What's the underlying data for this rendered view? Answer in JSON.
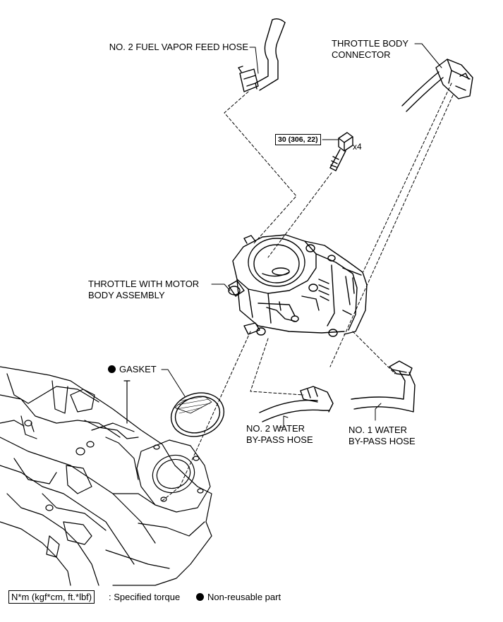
{
  "labels": {
    "fuel_vapor_hose": "NO. 2 FUEL VAPOR FEED HOSE",
    "throttle_connector_1": "THROTTLE BODY",
    "throttle_connector_2": "CONNECTOR",
    "throttle_assembly_1": "THROTTLE WITH MOTOR",
    "throttle_assembly_2": "BODY ASSEMBLY",
    "gasket": "GASKET",
    "water_hose_2_1": "NO. 2 WATER",
    "water_hose_2_2": "BY-PASS HOSE",
    "water_hose_1_1": "NO. 1 WATER",
    "water_hose_1_2": "BY-PASS HOSE"
  },
  "torque": {
    "value": "30 (306, 22)",
    "quantity": "x4"
  },
  "legend": {
    "torque_unit": "N*m (kgf*cm, ft.*lbf)",
    "torque_text": ": Specified torque",
    "nonreusable_text": "Non-reusable part"
  },
  "colors": {
    "ink": "#000000",
    "background": "#ffffff"
  }
}
